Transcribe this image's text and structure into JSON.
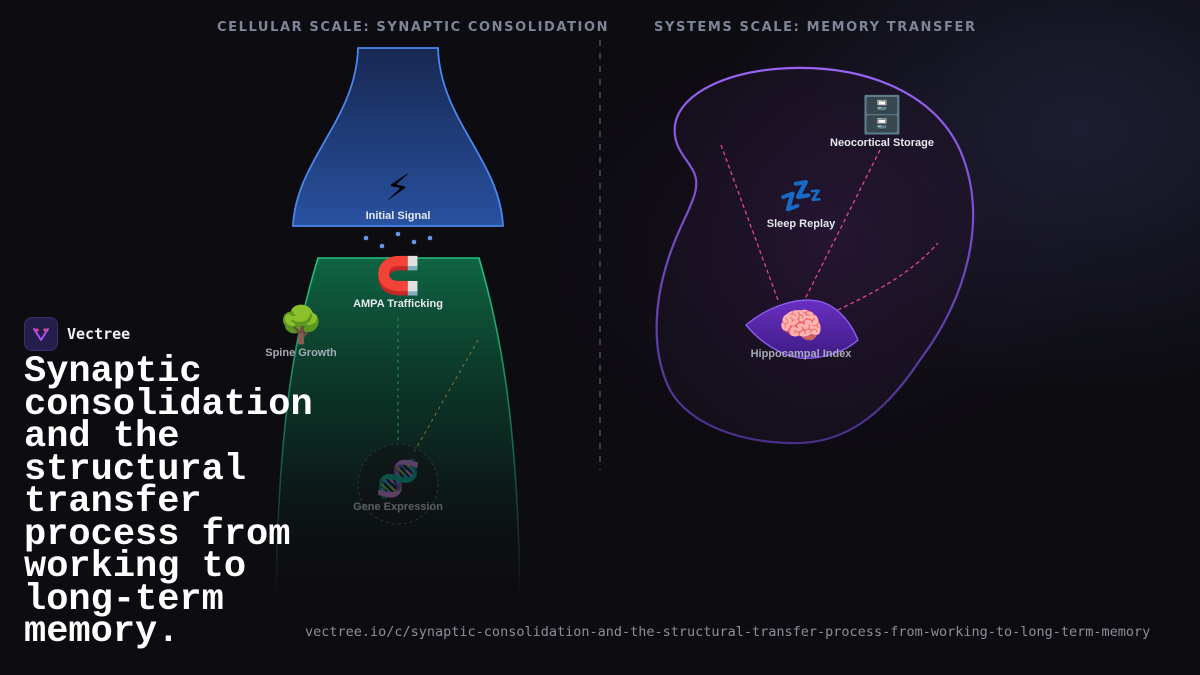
{
  "sections": {
    "cellular_title": "CELLULAR SCALE: SYNAPTIC CONSOLIDATION",
    "systems_title": "SYSTEMS SCALE: MEMORY TRANSFER"
  },
  "cellular": {
    "initial_signal": {
      "icon": "⚡",
      "label": "Initial Signal"
    },
    "ampa": {
      "icon": "🧲",
      "label": "AMPA Trafficking"
    },
    "spine": {
      "icon": "🌳",
      "label": "Spine Growth"
    },
    "gene": {
      "icon": "🧬",
      "label": "Gene Expression"
    }
  },
  "systems": {
    "neocortical": {
      "icon": "🗄️",
      "label": "Neocortical Storage"
    },
    "sleep": {
      "icon": "💤",
      "label": "Sleep Replay"
    },
    "hippocampal": {
      "icon": "🧠",
      "label": "Hippocampal Index"
    }
  },
  "brand": {
    "name": "Vectree"
  },
  "headline": "Synaptic consolidation and the structural transfer process from working to long-term memory.",
  "url": "vectree.io/c/synaptic-consolidation-and-the-structural-transfer-process-from-working-to-long-term-memory",
  "colors": {
    "signal_blue": "#3f7ae0",
    "ampa_green": "#1fb874",
    "systems_purple": "#8a5cf0",
    "replay_pink": "#e0468f"
  }
}
